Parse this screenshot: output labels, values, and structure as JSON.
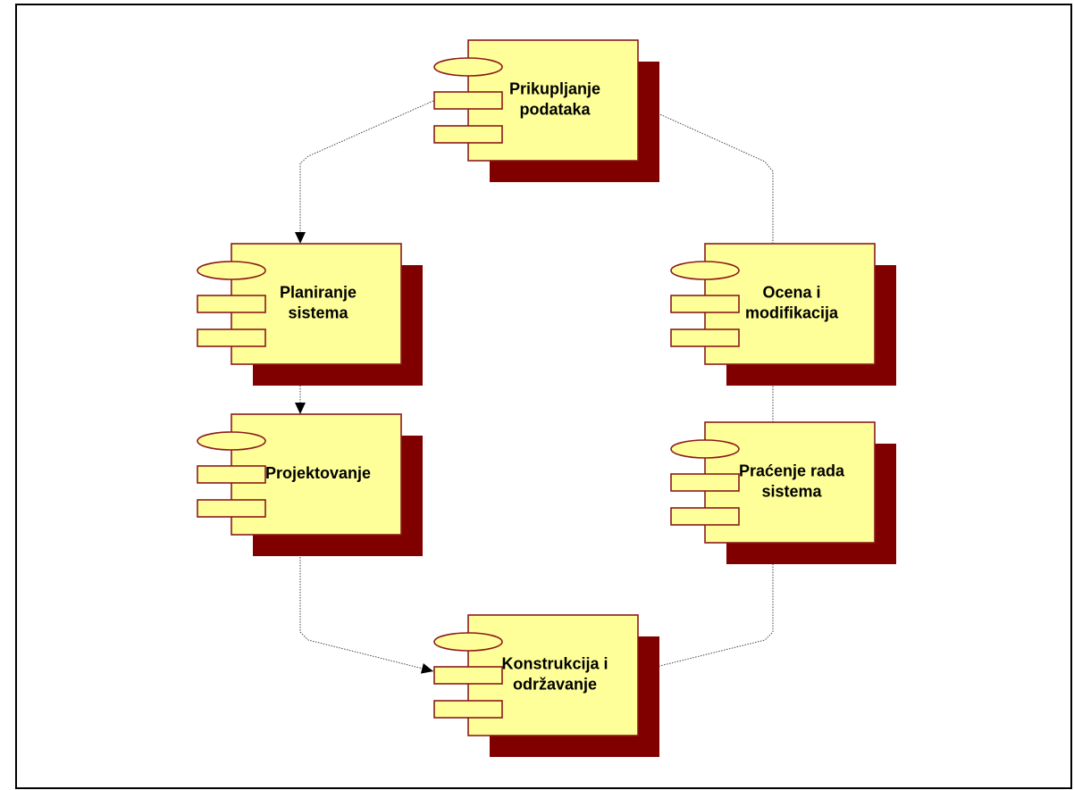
{
  "diagram": {
    "components": [
      {
        "id": "prikupljanje",
        "lines": [
          "Prikupljanje",
          "podataka"
        ]
      },
      {
        "id": "planiranje",
        "lines": [
          "Planiranje",
          "sistema"
        ]
      },
      {
        "id": "projektovanje",
        "lines": [
          "Projektovanje"
        ]
      },
      {
        "id": "konstrukcija",
        "lines": [
          "Konstrukcija i",
          "održavanje"
        ]
      },
      {
        "id": "pracenje",
        "lines": [
          "Praćenje rada",
          "sistema"
        ]
      },
      {
        "id": "ocena",
        "lines": [
          "Ocena i",
          "modifikacija"
        ]
      }
    ],
    "edges": [
      {
        "from": "prikupljanje",
        "to": "planiranje"
      },
      {
        "from": "planiranje",
        "to": "projektovanje"
      },
      {
        "from": "projektovanje",
        "to": "konstrukcija"
      },
      {
        "from": "konstrukcija",
        "to": "pracenje"
      },
      {
        "from": "pracenje",
        "to": "ocena"
      },
      {
        "from": "ocena",
        "to": "prikupljanje"
      }
    ],
    "colors": {
      "component_fill": "#ffff99",
      "component_border": "#8b1a1a",
      "shadow": "#800000",
      "edge": "#333333"
    },
    "style": "uml-component"
  }
}
